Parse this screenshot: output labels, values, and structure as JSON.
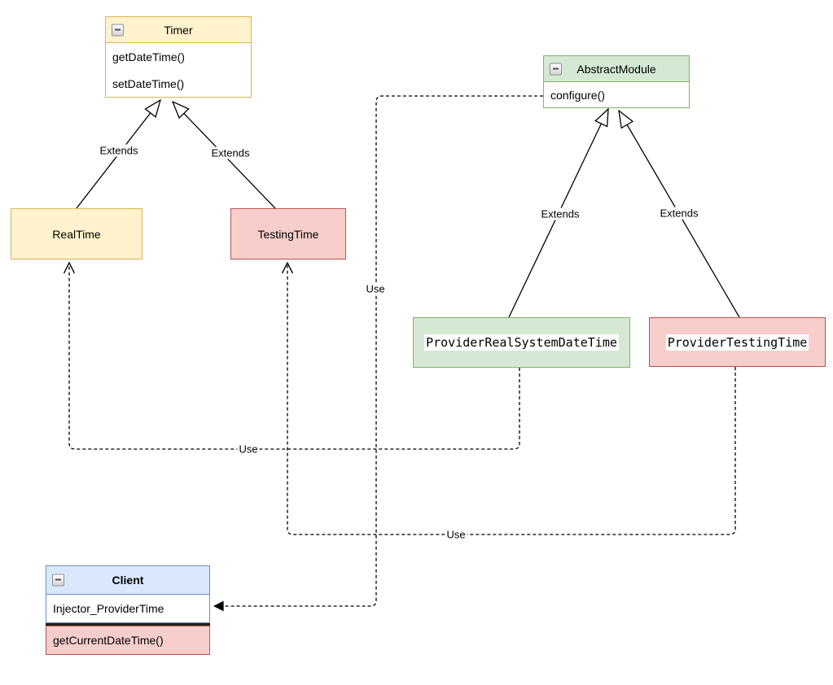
{
  "diagram_type": "uml-class-diagram",
  "colors": {
    "yellow_fill": "#FFF2CC",
    "yellow_stroke": "#D6B656",
    "green_fill": "#D5E8D4",
    "green_stroke": "#82B366",
    "red_fill": "#F8CECC",
    "red_stroke": "#B85450",
    "blue_fill": "#DAE8FC",
    "blue_stroke": "#6C8EBF",
    "line_color": "#000000",
    "background": "#FFFFFF"
  },
  "classes": {
    "timer": {
      "title": "Timer",
      "methods": [
        "getDateTime()",
        "setDateTime()"
      ]
    },
    "abstract_module": {
      "title": "AbstractModule",
      "methods": [
        "configure()"
      ]
    },
    "real_time": {
      "title": "RealTime"
    },
    "testing_time": {
      "title": "TestingTime"
    },
    "provider_real_system_date_time": {
      "title": "ProviderRealSystemDateTime"
    },
    "provider_testing_time": {
      "title": "ProviderTestingTime"
    },
    "client": {
      "title": "Client",
      "attribute": "Injector_ProviderTime",
      "method": "getCurrentDateTime()"
    }
  },
  "edges": [
    {
      "from": "RealTime",
      "to": "Timer",
      "label": "Extends",
      "style": "solid",
      "arrow": "hollow-triangle"
    },
    {
      "from": "TestingTime",
      "to": "Timer",
      "label": "Extends",
      "style": "solid",
      "arrow": "hollow-triangle"
    },
    {
      "from": "ProviderRealSystemDateTime",
      "to": "AbstractModule",
      "label": "Extends",
      "style": "solid",
      "arrow": "hollow-triangle"
    },
    {
      "from": "ProviderTestingTime",
      "to": "AbstractModule",
      "label": "Extends",
      "style": "solid",
      "arrow": "hollow-triangle"
    },
    {
      "from": "ProviderRealSystemDateTime",
      "to": "RealTime",
      "label": "Use",
      "style": "dashed",
      "arrow": "open"
    },
    {
      "from": "ProviderTestingTime",
      "to": "TestingTime",
      "label": "Use",
      "style": "dashed",
      "arrow": "open"
    },
    {
      "from": "AbstractModule",
      "to": "Client",
      "label": "Use",
      "style": "dashed",
      "arrow": "solid"
    }
  ]
}
